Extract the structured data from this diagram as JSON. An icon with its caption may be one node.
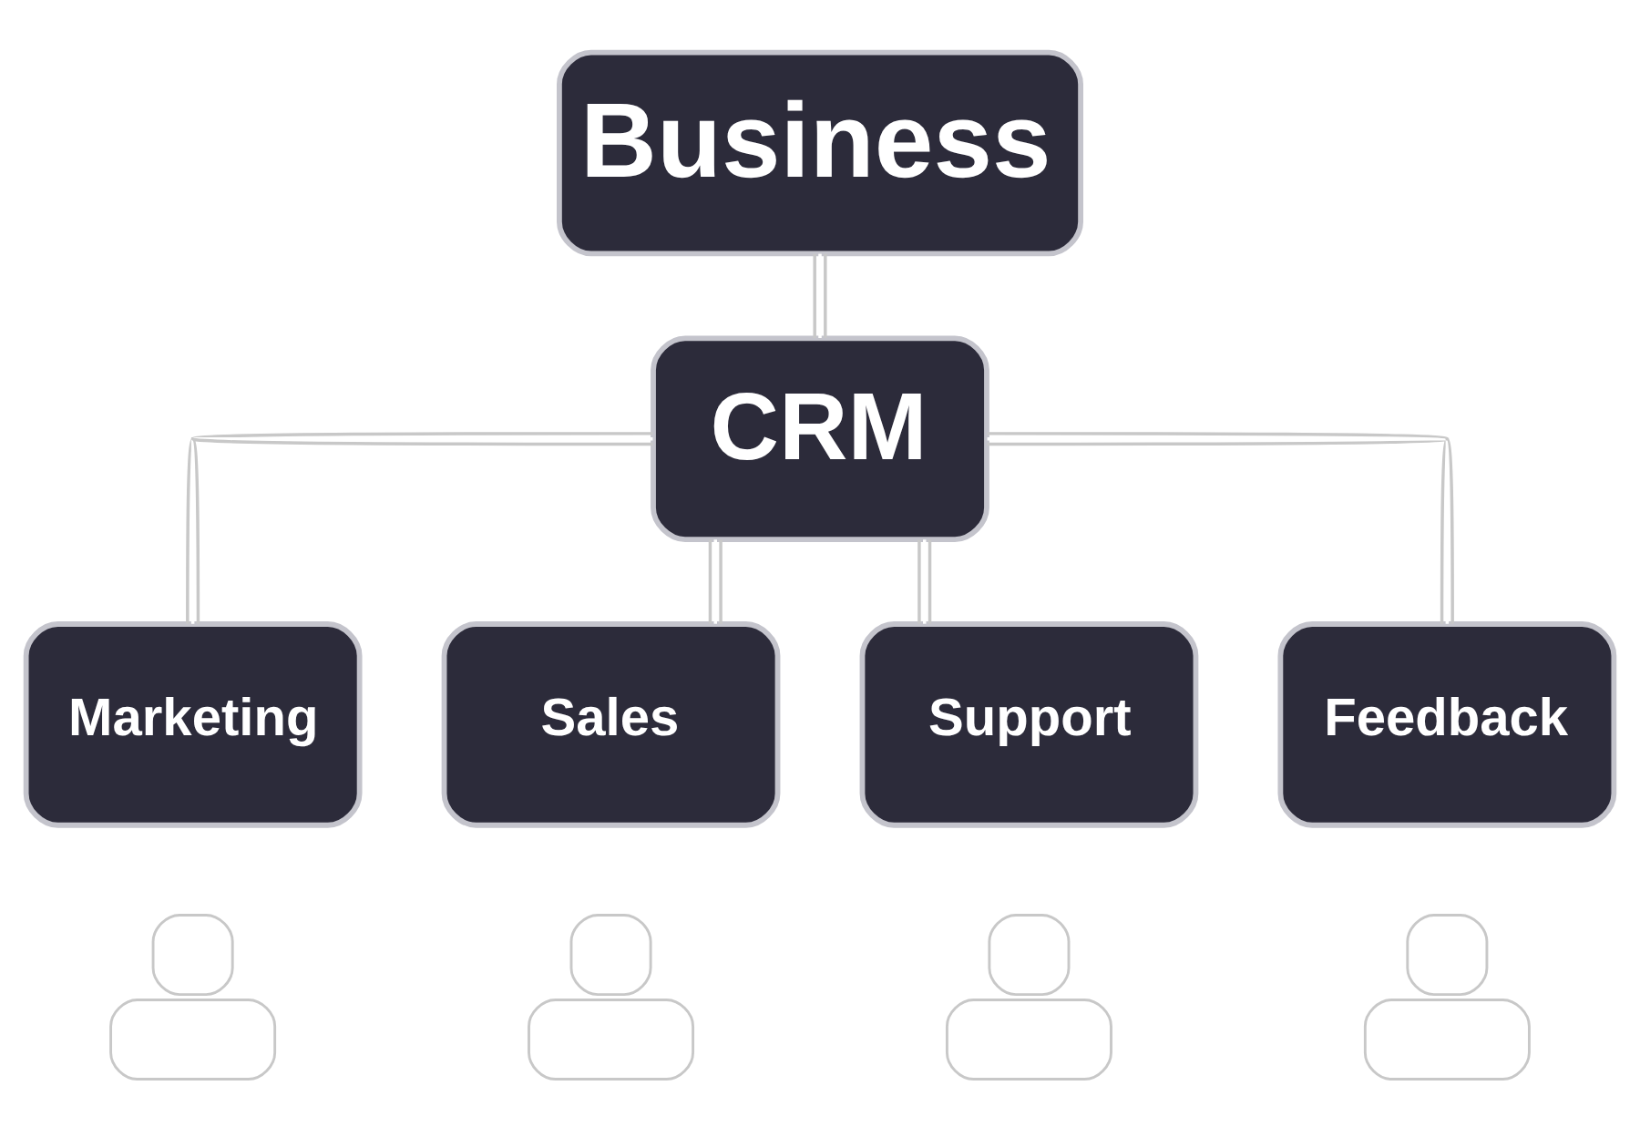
{
  "diagram": {
    "nodes": [
      {
        "text": [
          "Business"
        ]
      },
      {
        "text": [
          "CRM"
        ]
      },
      {
        "text": [
          "Marketing"
        ]
      },
      {
        "text": [
          "Sales"
        ]
      },
      {
        "text": [
          "Support"
        ]
      },
      {
        "text": [
          "Feedback"
        ]
      },
      {
        "text": [],
        "shape": "person"
      },
      {
        "text": [],
        "shape": "person"
      },
      {
        "text": [],
        "shape": "person"
      },
      {
        "text": [],
        "shape": "person"
      }
    ],
    "edges": [
      {
        "from": 0,
        "to": 1,
        "arrow": "none"
      },
      {
        "from": 1,
        "to": 2,
        "arrow": "none"
      },
      {
        "from": 1,
        "to": 3,
        "arrow": "none"
      },
      {
        "from": 1,
        "to": 4,
        "arrow": "none"
      },
      {
        "from": 1,
        "to": 5,
        "arrow": "none"
      }
    ]
  }
}
